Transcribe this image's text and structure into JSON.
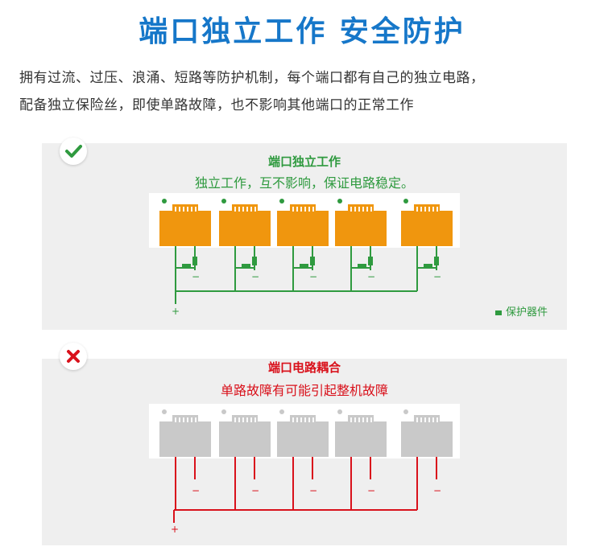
{
  "header": {
    "title": "端口独立工作  安全防护",
    "desc_line1": "拥有过流、过压、浪涌、短路等防护机制，每个端口都有自己的独立电路，",
    "desc_line2": "配备独立保险丝，即使单路故障，也不影响其他端口的正常工作"
  },
  "good_panel": {
    "title": "端口独立工作",
    "subtitle": "独立工作，互不影响，保证电路稳定。",
    "badge_icon": "check-icon",
    "plus": "+",
    "minus": "−",
    "legend": "保护器件",
    "port_color": "#f0960e",
    "line_color": "#2f9a3f",
    "title_color": "#2f9a3f"
  },
  "bad_panel": {
    "title": "端口电路耦合",
    "subtitle": "单路故障有可能引起整机故障",
    "badge_icon": "cross-icon",
    "plus": "+",
    "minus": "−",
    "port_color": "#c9c9c9",
    "line_color": "#d9111b",
    "title_color": "#d9111b"
  }
}
